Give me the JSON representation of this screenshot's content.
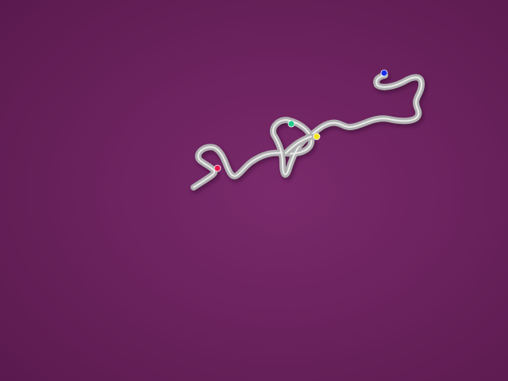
{
  "scene": {
    "background": {
      "center_color": "#7a2a6b",
      "edge_color": "#5a1a4e"
    },
    "rope": {
      "color": "#b0b0b0",
      "highlight_color": "#ededed",
      "shadow_color": "#3a0f33"
    },
    "markers": [
      {
        "name": "red-marker",
        "color": "#e8184f"
      },
      {
        "name": "green-marker",
        "color": "#22c98a"
      },
      {
        "name": "yellow-marker",
        "color": "#f2e51a"
      },
      {
        "name": "blue-marker",
        "color": "#1a2ee8"
      }
    ]
  }
}
